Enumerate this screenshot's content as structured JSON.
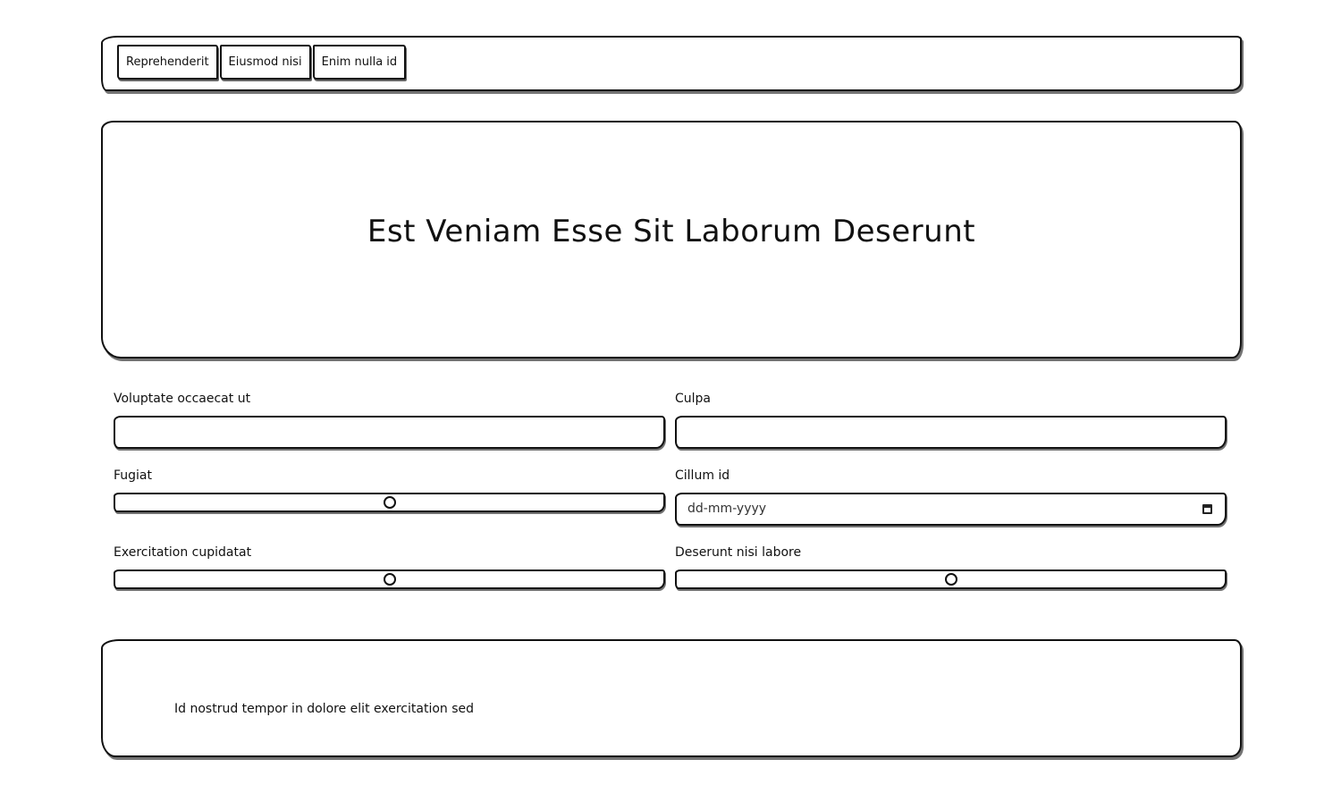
{
  "nav": {
    "buttons": [
      {
        "label": "Reprehenderit"
      },
      {
        "label": "Eiusmod nisi"
      },
      {
        "label": "Enim nulla id"
      }
    ]
  },
  "hero": {
    "title": "Est Veniam Esse Sit Laborum Deserunt"
  },
  "form": {
    "field1": {
      "label": "Voluptate occaecat ut",
      "value": "",
      "placeholder": ""
    },
    "field2": {
      "label": "Culpa",
      "value": "",
      "placeholder": ""
    },
    "field3": {
      "label": "Fugiat",
      "range_value": 0.5
    },
    "field4": {
      "label": "Cillum id",
      "placeholder": "dd-mm-yyyy"
    },
    "field5": {
      "label": "Exercitation cupidatat",
      "range_value": 0.5
    },
    "field6": {
      "label": "Deserunt nisi labore",
      "range_value": 0.5
    }
  },
  "footer": {
    "text": "Id nostrud tempor in dolore elit exercitation sed"
  },
  "icons": {
    "date_picker": "calendar-icon"
  }
}
